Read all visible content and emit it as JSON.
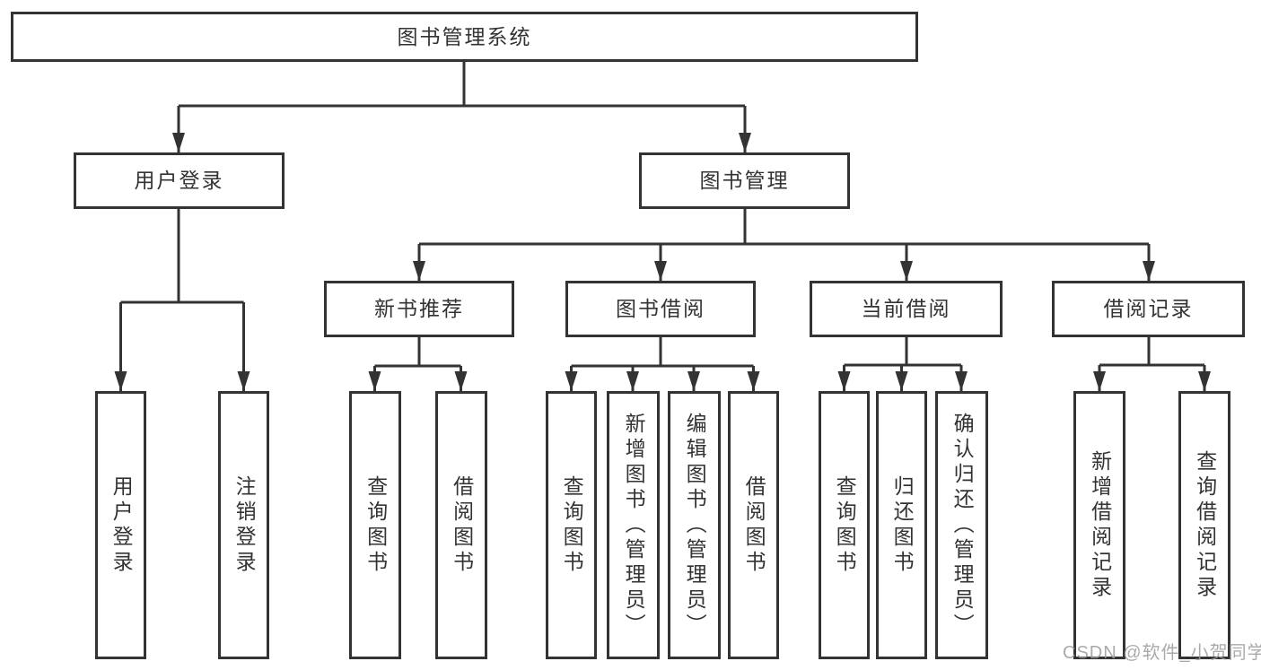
{
  "nodes": {
    "root": {
      "label": "图书管理系统"
    },
    "user_login": {
      "label": "用户登录"
    },
    "book_mgmt": {
      "label": "图书管理"
    },
    "new_book_rec": {
      "label": "新书推荐"
    },
    "book_borrow": {
      "label": "图书借阅"
    },
    "current_borrow": {
      "label": "当前借阅"
    },
    "borrow_record": {
      "label": "借阅记录"
    },
    "leaf_user_login": {
      "label": "用户登录"
    },
    "leaf_logout": {
      "label": "注销登录"
    },
    "leaf_nb_query": {
      "label": "查询图书"
    },
    "leaf_nb_borrow": {
      "label": "借阅图书"
    },
    "leaf_bb_query": {
      "label": "查询图书"
    },
    "leaf_bb_add": {
      "label": "新增图书（管理员）"
    },
    "leaf_bb_edit": {
      "label": "编辑图书（管理员）"
    },
    "leaf_bb_borrow": {
      "label": "借阅图书"
    },
    "leaf_cb_query": {
      "label": "查询图书"
    },
    "leaf_cb_return": {
      "label": "归还图书"
    },
    "leaf_cb_confirm": {
      "label": "确认归还（管理员）"
    },
    "leaf_br_add": {
      "label": "新增借阅记录"
    },
    "leaf_br_query": {
      "label": "查询借阅记录"
    }
  },
  "watermark": {
    "text": "CSDN @软件_小贺同学"
  },
  "colors": {
    "line": "#333333",
    "text": "#333333",
    "watermark": "#9c9c9c",
    "background": "#ffffff"
  }
}
